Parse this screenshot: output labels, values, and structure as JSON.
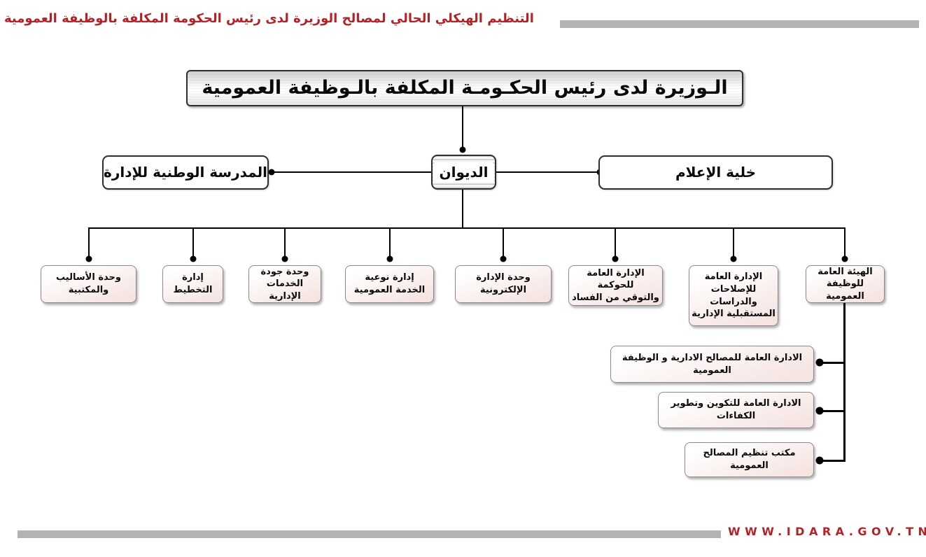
{
  "colors": {
    "accent_red": "#b22226",
    "rule_gray": "#b3b3b3",
    "dept_fill_bottom": "#f5e4e2",
    "line_black": "#000000"
  },
  "header": {
    "title": "التنظيم الهيكلي الحالي لمصالح الوزيرة لدى رئيس الحكومة المكلفة بالوظيفة العمومية"
  },
  "footer": {
    "website": "WWW.IDARA.GOV.TN"
  },
  "org": {
    "root": {
      "label": "الـوزيرة لدى رئيس الحكـومـة المكلفة بالـوظيفة العمومية"
    },
    "cabinet": {
      "label": "الديوان"
    },
    "school": {
      "label": "المدرسة الوطنية للإدارة"
    },
    "media_cell": {
      "label": "خلية الإعلام"
    },
    "departments": [
      {
        "label": "وحدة الأساليب\nوالمكتبية"
      },
      {
        "label": "إدارة التخطيط"
      },
      {
        "label": "وحدة جودة\nالخدمات الإدارية"
      },
      {
        "label": "إدارة نوعية\nالخدمة العمومية"
      },
      {
        "label": "وحدة الإدارة الإلكترونية"
      },
      {
        "label": "الإدارة العامة للحوكمة\nوالتوقي من الفساد"
      },
      {
        "label": "الإدارة العامة\nللإصلاحات والدراسات\nالمستقبلية الإدارية"
      },
      {
        "label": "الهيئة العامة\nللوظيفة العمومية"
      }
    ],
    "public_function_units": [
      {
        "label": "الادارة العامة للمصالح الادارية و الوظيفة العمومية"
      },
      {
        "label": "الادارة العامة للتكوين وتطوير الكفاءات"
      },
      {
        "label": "مكتب تنظيم المصالح العمومية"
      }
    ]
  }
}
